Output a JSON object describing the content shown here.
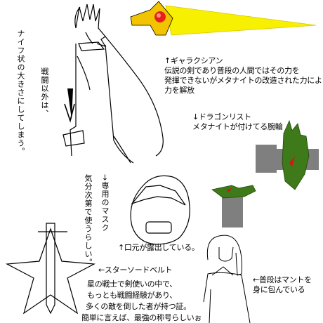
{
  "notes": {
    "galaxian": {
      "title": "↑ギャラクシアン",
      "lines": [
        "伝説の剣であり普段の人間ではその力を",
        "発揮できないがメタナイトの改造された力により",
        "力を解放"
      ]
    },
    "dragon_wrist": {
      "title": "↓ドラゴンリスト",
      "lines": [
        "メタナイトが付けてる腕輪"
      ]
    },
    "knife": {
      "col1": "ナイフ状の大きさにしてしまう。",
      "col2": "戦闘以外は、"
    },
    "mask": {
      "col1": "→専用のマスク",
      "col2": "気分次第で使うらしい。"
    },
    "mouth": "↑口元が露出している。",
    "cape": {
      "lines": [
        "←普段はマントを",
        "身に包んでいる"
      ]
    },
    "star_sword": {
      "title": "←スターソードベルト",
      "lines": [
        "星の戦士で剣使いの中で、",
        "もっとも戦闘経験があり、",
        "多くの敵を倒した者が持つ証。",
        "簡単に言えば、最強の称号らしいぉ"
      ]
    }
  },
  "colors": {
    "sword_blade": "#f7f000",
    "sword_guard": "#f2c400",
    "sword_gem": "#e8201a",
    "wrist_gray": "#7f7f7f",
    "dragon_green": "#3f7a1a",
    "dragon_red": "#d01818"
  }
}
